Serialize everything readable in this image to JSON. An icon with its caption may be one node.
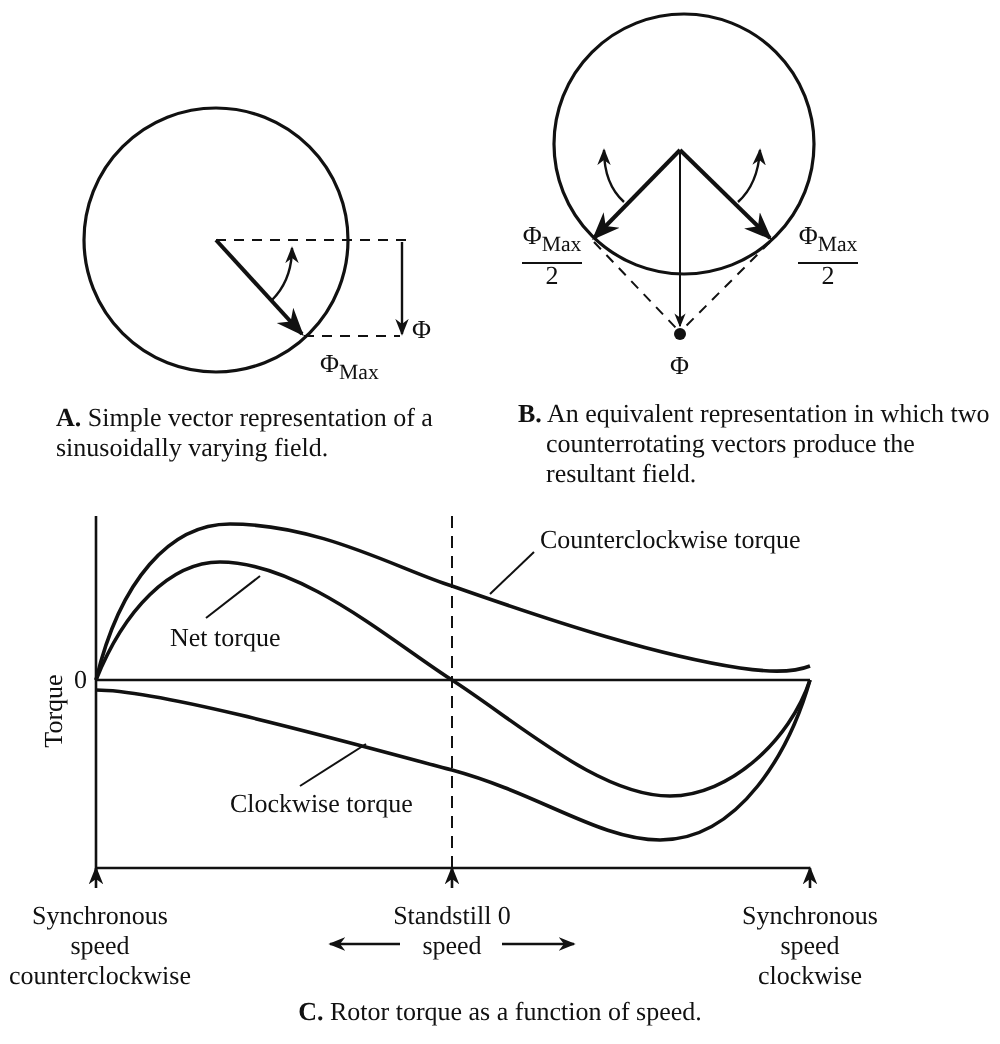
{
  "diagram": {
    "nodes": [
      {
        "text": [
          "Counterclockwise torque"
        ]
      },
      {
        "text": [
          "Net torque"
        ]
      },
      {
        "text": [
          "Clockwise torque"
        ]
      }
    ],
    "edges": [
      {
        "from": 0,
        "to": null,
        "arrow": "none"
      },
      {
        "from": 1,
        "to": null,
        "arrow": "none"
      },
      {
        "from": 2,
        "to": null,
        "arrow": "none"
      }
    ],
    "labels": [
      "Φ",
      "Φ$_{Max}$",
      "**A.** Simple vector representation of a sinusoidally varying field.",
      "Φ$_{Max}$",
      "2",
      "Φ$_{Max}$",
      "2",
      "Φ",
      "**B.** An equivalent representation in which two counterrotating vectors produce the resultant field.",
      "Torque",
      "0",
      "Synchronous speed counterclockwise",
      "Standstill 0 speed",
      "Synchronous speed clockwise",
      "**C.** Rotor torque as a function of speed."
    ]
  }
}
